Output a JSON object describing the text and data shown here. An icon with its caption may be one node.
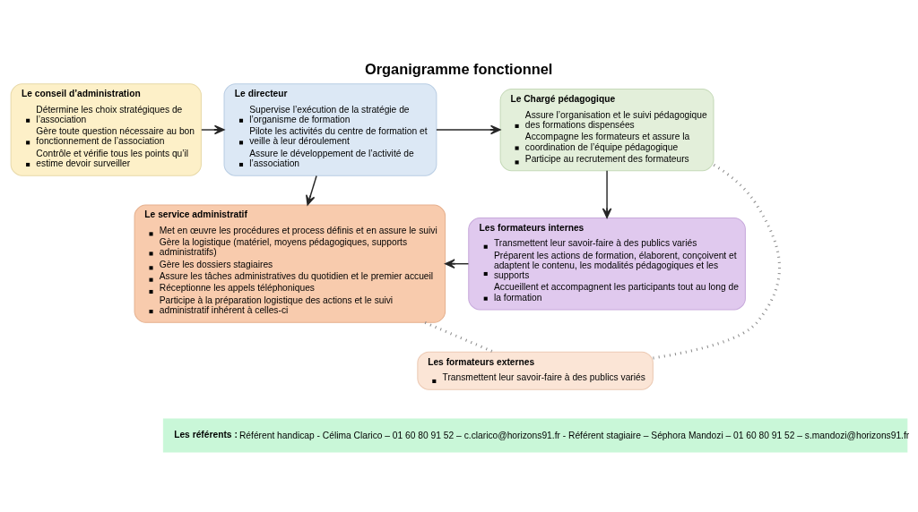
{
  "diagram": {
    "title": "Organigramme fonctionnel",
    "nodes": [
      {
        "text": [
          "Le conseil d’administration",
          "Détermine les choix stratégiques de l’association",
          "Gère toute question nécessaire au bon fonctionnement de l’association",
          "Contrôle et vérifie tous les points qu’il estime devoir surveiller"
        ]
      },
      {
        "text": [
          "Le directeur",
          "Supervise l’exécution de la stratégie de l’organisme de formation",
          "Pilote les activités du centre de formation et veille à leur déroulement",
          "Assure le développement de l’activité de l’association"
        ]
      },
      {
        "text": [
          "Le Chargé pédagogique",
          "Assure l’organisation et le suivi pédagogique des formations dispensées",
          "Accompagne les formateurs et assure la coordination de l’équipe pédagogique",
          "Participe au recrutement des formateurs"
        ]
      },
      {
        "text": [
          "Le service administratif",
          "Met en œuvre les procédures et process définis et en assure le suivi",
          "Gère la logistique (matériel, moyens pédagogiques, supports administratifs)",
          "Gère les dossiers stagiaires",
          "Assure les tâches administratives du quotidien et le premier accueil",
          "Réceptionne les appels téléphoniques",
          "Participe à la préparation logistique des actions et le suivi administratif inhérent à celles-ci"
        ]
      },
      {
        "text": [
          "Les formateurs internes",
          "Transmettent leur savoir-faire à des publics variés",
          "Préparent les actions de formation, élaborent, conçoivent et adaptent le contenu, les modalités pédagogiques et les supports",
          "Accueillent et accompagnent les participants tout au long de la formation"
        ]
      },
      {
        "text": [
          "Les formateurs externes",
          "Transmettent leur savoir-faire à des publics variés"
        ]
      },
      {
        "text": [
          "**Les référents :** Référent handicap - Célima Clarico – 01 60 80 91 52 – c.clarico@horizons91.fr - Référent stagiaire – Séphora Mandozi – 01 60 80 91 52 – s.mandozi@horizons91.fr"
        ]
      }
    ],
    "edges": [
      {
        "from": 0,
        "to": 1,
        "arrow": "to"
      },
      {
        "from": 1,
        "to": 2,
        "arrow": "to"
      },
      {
        "from": 2,
        "to": 4,
        "arrow": "to"
      },
      {
        "from": 1,
        "to": 3,
        "arrow": "to"
      },
      {
        "from": 4,
        "to": 3,
        "arrow": "to"
      },
      {
        "from": 2,
        "to": 5,
        "arrow": "none",
        "style": "dashed",
        "color": "#8c8c8c"
      },
      {
        "from": 3,
        "to": 5,
        "arrow": "none",
        "style": "dashed",
        "color": "#8c8c8c"
      }
    ]
  }
}
